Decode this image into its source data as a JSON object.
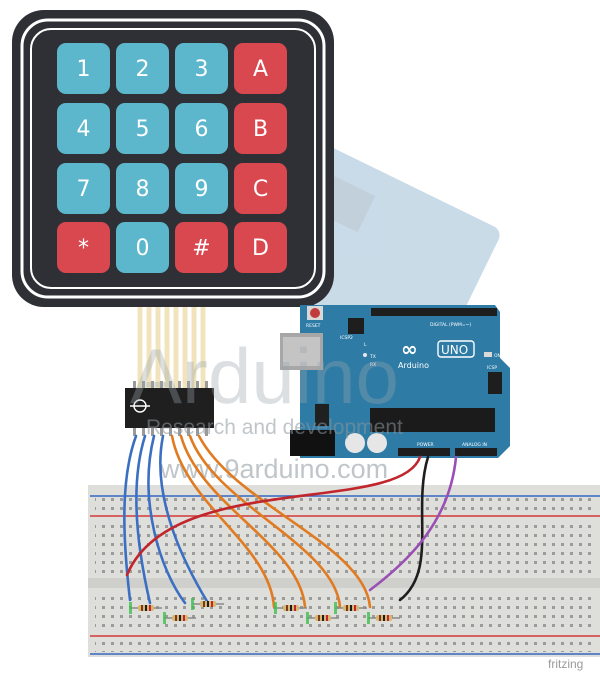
{
  "keypad": {
    "keys": [
      {
        "label": "1",
        "type": "digit"
      },
      {
        "label": "2",
        "type": "digit"
      },
      {
        "label": "3",
        "type": "digit"
      },
      {
        "label": "A",
        "type": "letter"
      },
      {
        "label": "4",
        "type": "digit"
      },
      {
        "label": "5",
        "type": "digit"
      },
      {
        "label": "6",
        "type": "digit"
      },
      {
        "label": "B",
        "type": "letter"
      },
      {
        "label": "7",
        "type": "digit"
      },
      {
        "label": "8",
        "type": "digit"
      },
      {
        "label": "9",
        "type": "digit"
      },
      {
        "label": "C",
        "type": "letter"
      },
      {
        "label": "*",
        "type": "letter"
      },
      {
        "label": "0",
        "type": "digit"
      },
      {
        "label": "#",
        "type": "letter"
      },
      {
        "label": "D",
        "type": "letter"
      }
    ],
    "colors": {
      "digit": "#5db7cc",
      "letter": "#d9484f",
      "body": "#2e3035",
      "frame": "#ffffff"
    }
  },
  "arduino": {
    "logo": "Arduino",
    "model": "UNO",
    "labels": {
      "reset": "RESET",
      "icsp2": "ICSP2",
      "digital": "DIGITAL (PWM=~)",
      "power": "POWER",
      "analog": "ANALOG IN",
      "on": "ON",
      "tx": "TX",
      "rx": "RX",
      "icsp": "ICSP",
      "l": "L"
    },
    "board_color": "#2e7ba6"
  },
  "watermark": {
    "brand": "Arduino",
    "tagline": "Research and development",
    "url": "www.9arduino.com"
  },
  "credit": "fritzing",
  "wire_colors": {
    "blue": "#3b6fc2",
    "orange": "#e07b21",
    "red": "#c0262b",
    "black": "#1e1e1e",
    "purple": "#9a4fb5"
  }
}
